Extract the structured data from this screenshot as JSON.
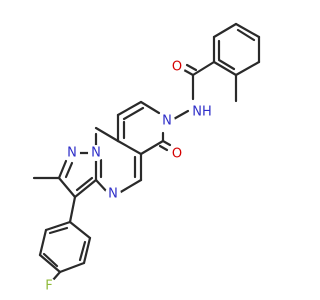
{
  "molecule": {
    "colors": {
      "bond": "#2a2a2a",
      "nitrogen": "#2e2ec8",
      "oxygen": "#d40000",
      "fluorine": "#8fba3a"
    },
    "atoms": {
      "O_amide": {
        "text": "O",
        "element": "oxygen"
      },
      "NH": {
        "text": "NH",
        "element": "nitrogen"
      },
      "N_ring": {
        "text": "N",
        "element": "nitrogen"
      },
      "N_pyrazole": {
        "text": "N",
        "element": "nitrogen"
      },
      "N_bridge": {
        "text": "N",
        "element": "nitrogen"
      },
      "O_ketone": {
        "text": "O",
        "element": "oxygen"
      },
      "N_pyrimidine": {
        "text": "N",
        "element": "nitrogen"
      },
      "F": {
        "text": "F",
        "element": "fluorine"
      }
    }
  }
}
